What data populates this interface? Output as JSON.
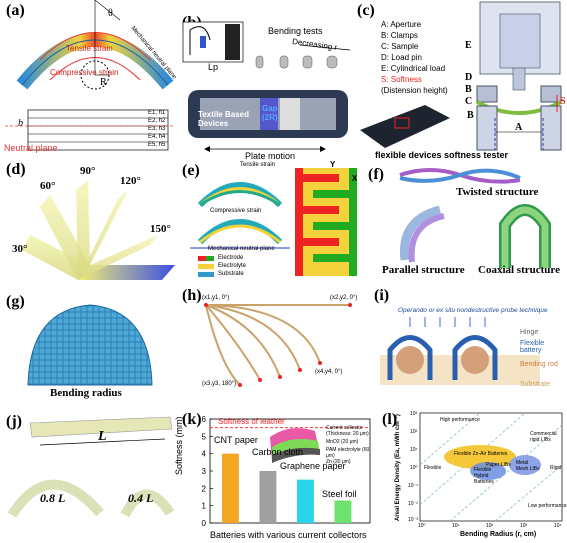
{
  "panels": {
    "a": {
      "label": "(a)",
      "theta": "θ",
      "tensile": "Tensile strain",
      "compressive": "Compressive strain",
      "mech_plane": "Mechanical neutral plane",
      "radius": "R",
      "b": "b",
      "neutral": "Neutral plane",
      "layers": [
        "E1, h1",
        "E2, h2",
        "E3, h3",
        "E4, h4",
        "E5, h5"
      ]
    },
    "b": {
      "label": "(b)",
      "bending_tests": "Bending tests",
      "decreasing": "Decreasing r",
      "lp": "Lp",
      "textile": "Textile Based Devices",
      "gap": "Gap (2R)",
      "plate": "Plate motion"
    },
    "c": {
      "label": "(c)",
      "legend": [
        "A: Aperture",
        "B: Clamps",
        "C: Sample",
        "D: Load pin",
        "E: Cylindrical load",
        "S: Softness",
        "(Distension height)"
      ],
      "E": "E",
      "D": "D",
      "B": "B",
      "C": "C",
      "S": "S",
      "A": "A",
      "caption": "flexible devices softness tester"
    },
    "d": {
      "label": "(d)",
      "angles": [
        "30°",
        "60°",
        "90°",
        "120°",
        "150°"
      ]
    },
    "e": {
      "label": "(e)",
      "tensile": "Tensile strain",
      "compressive": "Compressive strain",
      "neutral": "Mechanical neutral plane",
      "legend": [
        "Electrode",
        "Electrolyte",
        "Substrate"
      ],
      "y": "Y",
      "x": "X"
    },
    "f": {
      "label": "(f)",
      "twisted": "Twisted structure",
      "parallel": "Parallel structure",
      "coaxial": "Coaxial structure"
    },
    "g": {
      "label": "(g)",
      "caption": "Bending radius"
    },
    "h": {
      "label": "(h)",
      "p1": "(x1,y1, 0°)",
      "p2": "(x2,y2, 0°)",
      "p3": "(x3,y3, 180°)",
      "p4": "(x4,y4, 0°)"
    },
    "i": {
      "label": "(i)",
      "title": "Operando or ex situ nondestructive probe technique",
      "hinge": "Hinge",
      "battery": "Flexible battery",
      "rod": "Bending rod",
      "substrate": "Substrate"
    },
    "j": {
      "label": "(j)",
      "L": "L",
      "L08": "0.8 L",
      "L04": "0.4 L"
    },
    "k": {
      "label": "(k)",
      "leather": "Softness of leather",
      "collector": "Current collector (Thickness: 20 μm)",
      "mno2": "MnO2 (20 μm)",
      "pam": "PAM electrolyte (60 μm)",
      "zn": "Zn (20 μm)",
      "xlabel": "Batteries with various current collectors"
    },
    "l": {
      "label": "(l)",
      "high": "High performance",
      "commercial": "Commercial rigid LIBs",
      "fzn": "Flexible Zn-Air Batteries",
      "paper": "Paper LIBs",
      "metal": "Metal Mesh LIBs",
      "hybrid": "Flexible Hybrid Batteries",
      "flexible": "Flexible",
      "rigid": "Rigid",
      "low": "Low performance",
      "xlabel": "Bending Radius (r, cm)",
      "ylabel": "Areal Energy Density (Ea, mWh cm⁻²)",
      "xticks": [
        "10⁰",
        "10¹",
        "10²",
        "10³",
        "10⁴"
      ],
      "yticks": [
        "10³",
        "10²",
        "10¹",
        "10⁰",
        "10⁻¹",
        "10⁻²",
        "10⁻³"
      ]
    }
  },
  "chart_data": {
    "type": "bar",
    "ylabel": "Softness (mm)",
    "ylim": [
      0,
      6
    ],
    "categories": [
      "CNT paper",
      "Carbon cloth",
      "Graphene paper",
      "Steel foil"
    ],
    "values": [
      4.0,
      3.0,
      2.5,
      1.3
    ],
    "colors": [
      "#f5a623",
      "#a0a0a0",
      "#27d4e8",
      "#6ee26e"
    ],
    "leather_value": 5.5
  }
}
